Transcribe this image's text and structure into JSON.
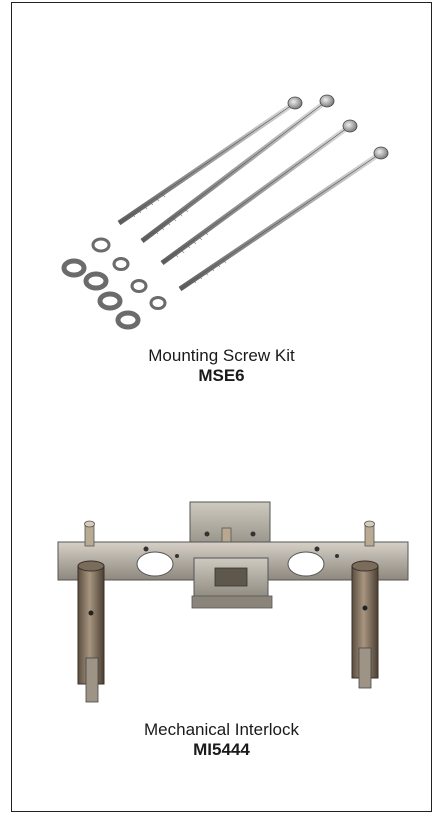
{
  "products": [
    {
      "name": "Mounting Screw Kit",
      "code": "MSE6",
      "icon": "screw-kit-photo"
    },
    {
      "name": "Mechanical Interlock",
      "code": "MI5444",
      "icon": "mechanical-interlock-photo"
    }
  ]
}
